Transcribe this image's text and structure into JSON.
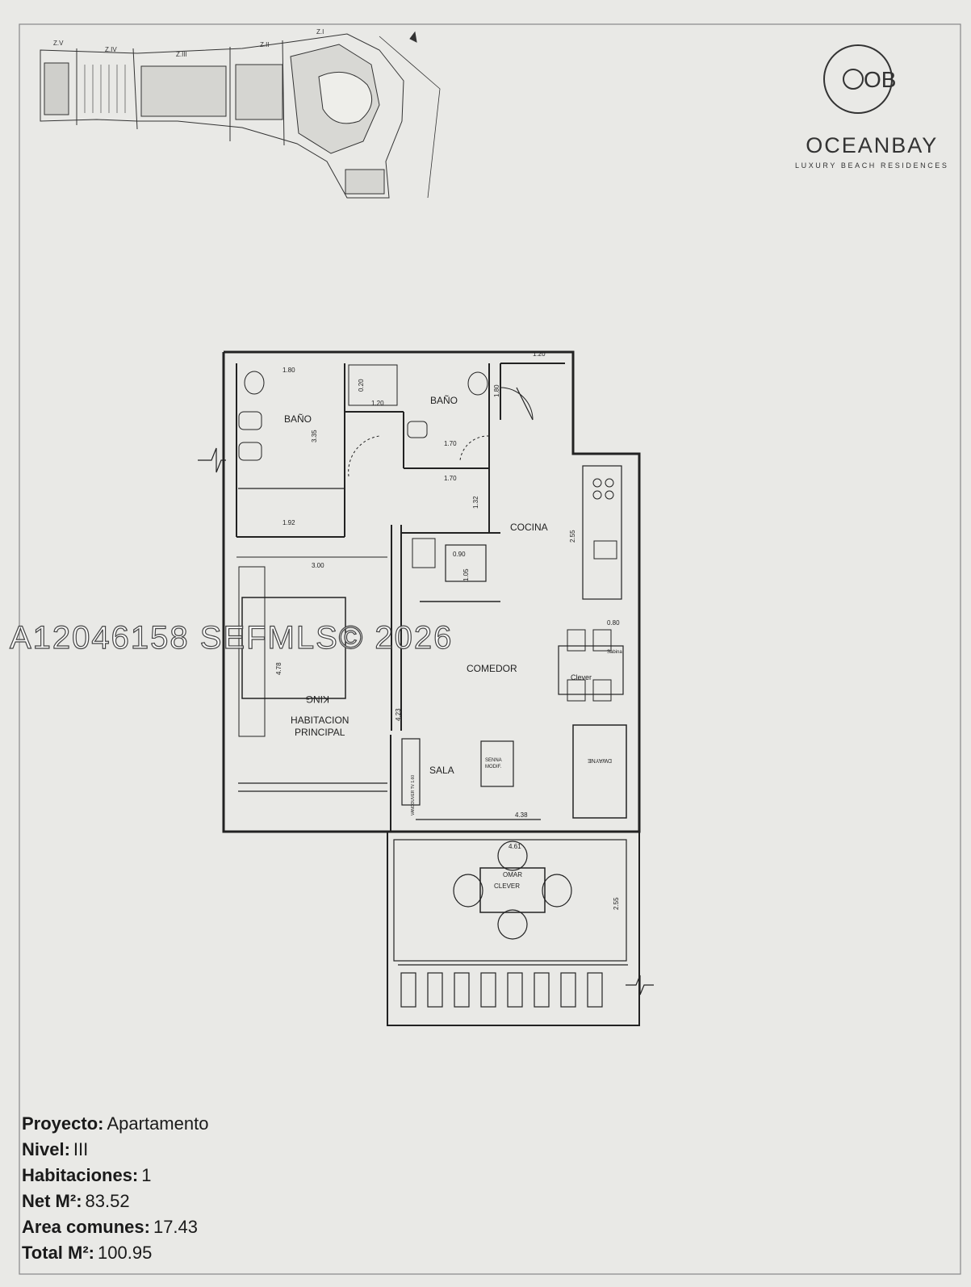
{
  "brand": {
    "monogram": "OB",
    "name": "OCEANBAY",
    "tagline": "LUXURY BEACH RESIDENCES"
  },
  "site_plan": {
    "zones": [
      "Z.V",
      "Z.IV",
      "Z.III",
      "Z.II",
      "Z.I"
    ]
  },
  "rooms": {
    "bath_master": "BAÑO",
    "bath_second": "BAÑO",
    "kitchen": "COCINA",
    "dining": "COMEDOR",
    "bedroom_line1": "HABITACION",
    "bedroom_line2": "PRINCIPAL",
    "living": "SALA"
  },
  "dimensions": {
    "d_180_top": "1.80",
    "d_335": "3.35",
    "d_192": "1.92",
    "d_020": "0.20",
    "d_120_left": "1.20",
    "d_180_vert": "1.80",
    "d_170_a": "1.70",
    "d_170_b": "1.70",
    "d_132": "1.32",
    "d_120_right": "1.20",
    "d_255_kitchen": "2.55",
    "d_090": "0.90",
    "d_105": "1.05",
    "d_300": "3.00",
    "d_478": "4.78",
    "d_423": "4.23",
    "d_080": "0.80",
    "d_438": "4.38",
    "d_461": "4.61",
    "d_255_terrace": "2.55"
  },
  "furniture": {
    "king": "KING",
    "clever_dining": "Clever",
    "sabina": "Sabina",
    "dwayne": "DWAYNE",
    "senna_line1": "SENNA",
    "senna_line2": "MODIF.",
    "tv": "VANCOUVER TV 1.60",
    "omar": "OMAR",
    "clever_terrace": "CLEVER"
  },
  "watermark": "A12046158  SEFMLS© 2026",
  "project_info": [
    {
      "label": "Proyecto:",
      "value": "Apartamento"
    },
    {
      "label": "Nivel:",
      "value": "III"
    },
    {
      "label": "Habitaciones:",
      "value": "1"
    },
    {
      "label": "Net M²:",
      "value": "83.52"
    },
    {
      "label": "Area comunes:",
      "value": "17.43"
    },
    {
      "label": "Total M²:",
      "value": "100.95"
    }
  ]
}
